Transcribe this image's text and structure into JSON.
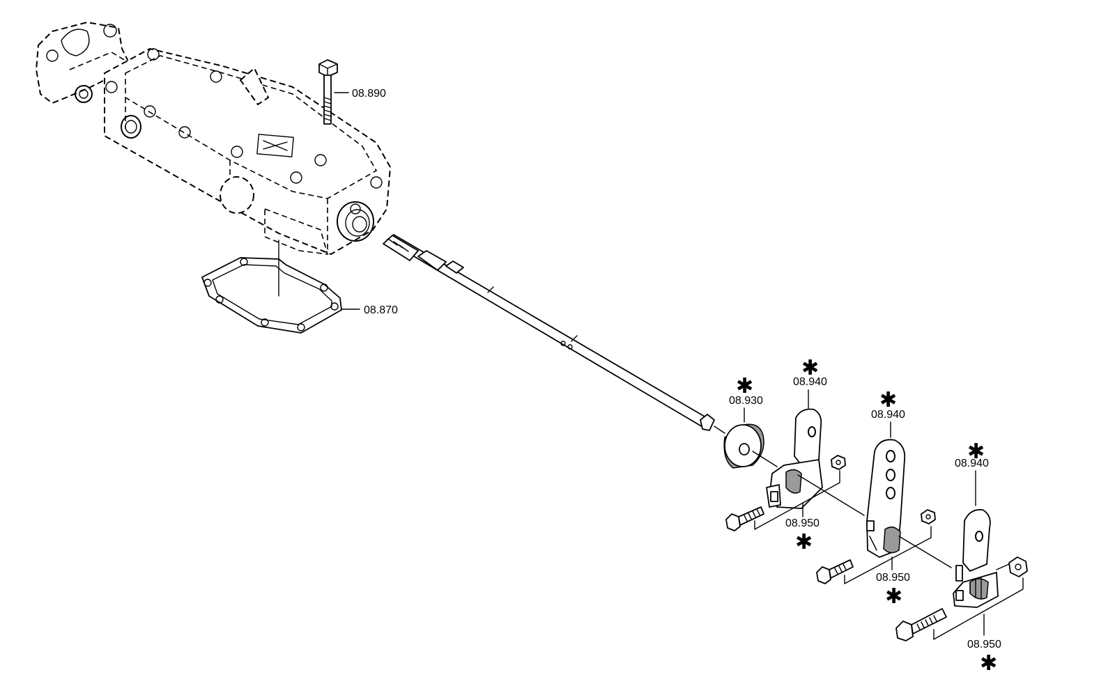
{
  "callouts": {
    "c_08_890": "08.890",
    "c_08_870": "08.870",
    "c_08_930": "08.930",
    "c_08_940_a": "08.940",
    "c_08_940_b": "08.940",
    "c_08_940_c": "08.940",
    "c_08_950_a": "08.950",
    "c_08_950_b": "08.950",
    "c_08_950_c": "08.950"
  },
  "marker_symbol": "✱"
}
